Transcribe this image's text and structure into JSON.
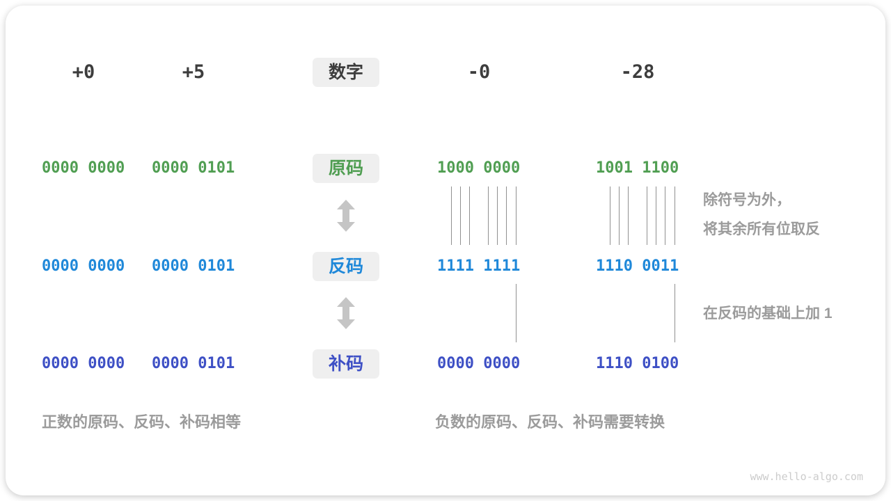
{
  "header": {
    "labels": [
      "+0",
      "+5",
      "-0",
      "-28"
    ],
    "badge": "数字"
  },
  "rows": [
    {
      "badge": "原码",
      "left": [
        "0000 0000",
        "0000 0101"
      ],
      "right": [
        "1000 0000",
        "1001 1100"
      ],
      "color": "#509e52"
    },
    {
      "badge": "反码",
      "left": [
        "0000 0000",
        "0000 0101"
      ],
      "right": [
        "1111 1111",
        "1110 0011"
      ],
      "color": "#1f88d9"
    },
    {
      "badge": "补码",
      "left": [
        "0000 0000",
        "0000 0101"
      ],
      "right": [
        "0000 0000",
        "1110 0100"
      ],
      "color": "#3e50c5"
    }
  ],
  "annotations": {
    "invert_line1": "除符号为外，",
    "invert_line2": "将其余所有位取反",
    "add_one": "在反码的基础上加 1"
  },
  "captions": {
    "left": "正数的原码、反码、补码相等",
    "right": "负数的原码、反码、补码需要转换"
  },
  "watermark": "www.hello-algo.com",
  "colors": {
    "text_dark": "#3d3d3d",
    "sign_magnitude_green": "#509e52",
    "ones_complement_blue": "#1f88d9",
    "twos_complement_indigo": "#3e50c5",
    "badge_background": "#efefef",
    "note_gray": "#9b9b9b",
    "tick_line_gray": "#909090",
    "arrow_gray": "#c5c5c5"
  }
}
